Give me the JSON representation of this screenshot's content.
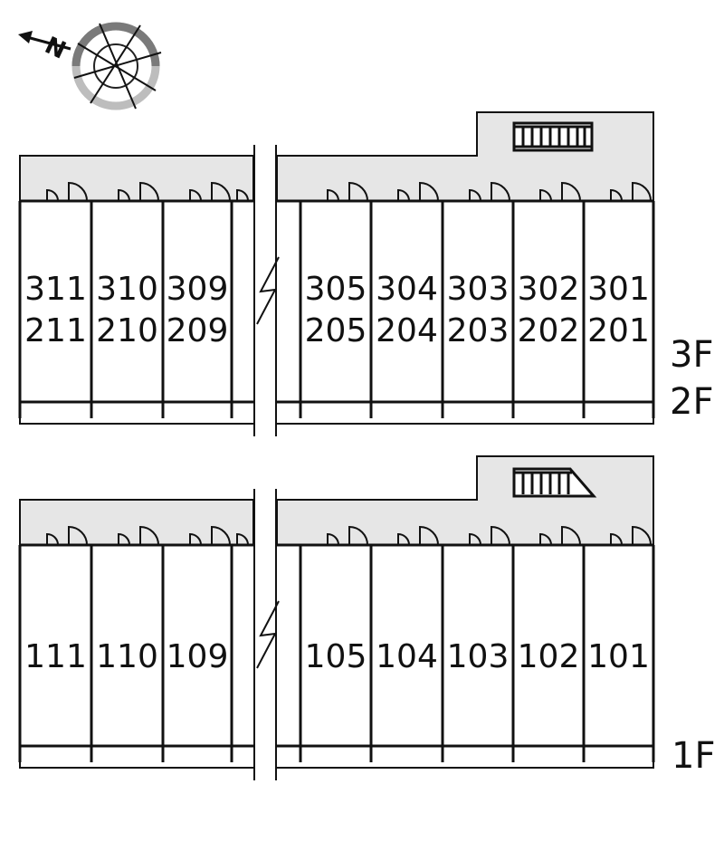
{
  "compass": {
    "letter": "N",
    "icon": "compass-rose-icon"
  },
  "colors": {
    "corridor": "#e6e6e6",
    "wall": "#111111",
    "background": "#ffffff",
    "compass_ring_light": "#bdbdbd",
    "compass_ring_dark": "#7a7a7a"
  },
  "upper_block": {
    "floors": [
      "3F",
      "2F"
    ],
    "stair_icon": "stairs-icon",
    "rooms_left": [
      {
        "top": "311",
        "bottom": "211"
      },
      {
        "top": "310",
        "bottom": "210"
      },
      {
        "top": "309",
        "bottom": "209"
      }
    ],
    "rooms_right": [
      {
        "top": "305",
        "bottom": "205"
      },
      {
        "top": "304",
        "bottom": "204"
      },
      {
        "top": "303",
        "bottom": "203"
      },
      {
        "top": "302",
        "bottom": "202"
      },
      {
        "top": "301",
        "bottom": "201"
      }
    ]
  },
  "lower_block": {
    "floors": [
      "1F"
    ],
    "stair_icon": "stairs-icon",
    "rooms_left": [
      {
        "top": "111"
      },
      {
        "top": "110"
      },
      {
        "top": "109"
      }
    ],
    "rooms_right": [
      {
        "top": "105"
      },
      {
        "top": "104"
      },
      {
        "top": "103"
      },
      {
        "top": "102"
      },
      {
        "top": "101"
      }
    ]
  }
}
